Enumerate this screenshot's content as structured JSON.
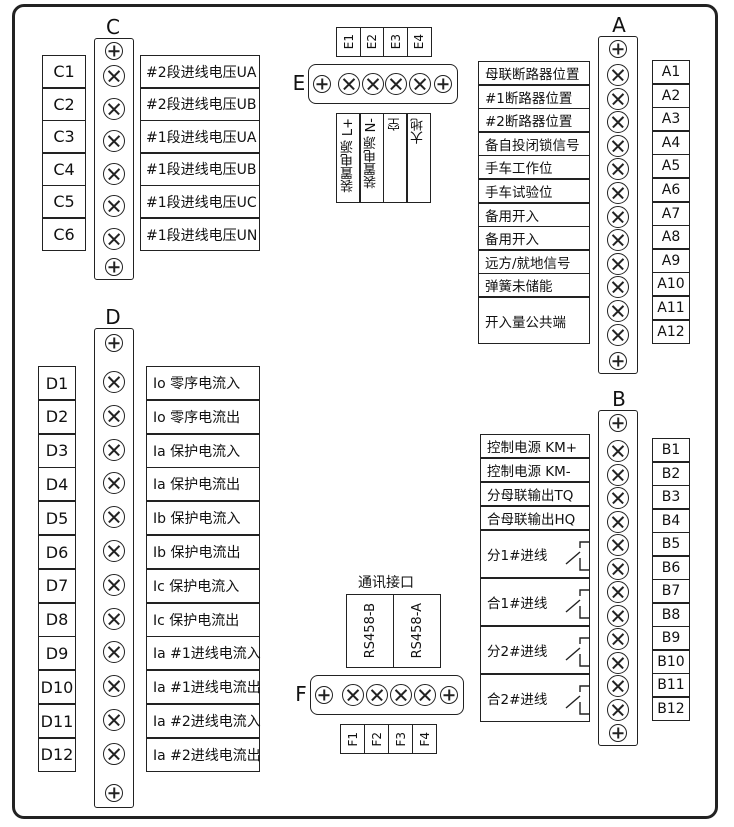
{
  "blockC": {
    "title": "C",
    "terminals": [
      "C1",
      "C2",
      "C3",
      "C4",
      "C5",
      "C6"
    ],
    "labels": [
      "#2段进线电压UA",
      "#2段进线电压UB",
      "#1段进线电压UA",
      "#1段进线电压UB",
      "#1段进线电压UC",
      "#1段进线电压UN"
    ]
  },
  "blockE": {
    "title": "E",
    "terminals": [
      "E1",
      "E2",
      "E3",
      "E4"
    ],
    "labels": [
      "装置电源 L+",
      "装置电源 N-",
      "空",
      "大地"
    ]
  },
  "blockA": {
    "title": "A",
    "terminals": [
      "A1",
      "A2",
      "A3",
      "A4",
      "A5",
      "A6",
      "A7",
      "A8",
      "A9",
      "A10",
      "A11",
      "A12"
    ],
    "labels": [
      "母联断路器位置",
      "#1断路器位置",
      "#2断路器位置",
      "备自投闭锁信号",
      "手车工作位",
      "手车试验位",
      "备用开入",
      "备用开入",
      "远方/就地信号",
      "弹簧未储能",
      "开入量公共端"
    ]
  },
  "blockD": {
    "title": "D",
    "terminals": [
      "D1",
      "D2",
      "D3",
      "D4",
      "D5",
      "D6",
      "D7",
      "D8",
      "D9",
      "D10",
      "D11",
      "D12"
    ],
    "labels": [
      "Io 零序电流入",
      "Io 零序电流出",
      "Ia 保护电流入",
      "Ia 保护电流出",
      "Ib 保护电流入",
      "Ib 保护电流出",
      "Ic 保护电流入",
      "Ic 保护电流出",
      "Ia #1进线电流入",
      "Ia #1进线电流出",
      "Ia #2进线电流入",
      "Ia #2进线电流出"
    ]
  },
  "blockB": {
    "title": "B",
    "terminals": [
      "B1",
      "B2",
      "B3",
      "B4",
      "B5",
      "B6",
      "B7",
      "B8",
      "B9",
      "B10",
      "B11",
      "B12"
    ],
    "labels": [
      "控制电源 KM+",
      "控制电源 KM-",
      "分母联输出TQ",
      "合母联输出HQ",
      "分1#进线",
      "合1#进线",
      "分2#进线",
      "合2#进线"
    ]
  },
  "blockF": {
    "title": "F",
    "header": "通讯接口",
    "terminals": [
      "F1",
      "F2",
      "F3",
      "F4"
    ],
    "labels": [
      "RS458-B",
      "RS458-A"
    ]
  }
}
